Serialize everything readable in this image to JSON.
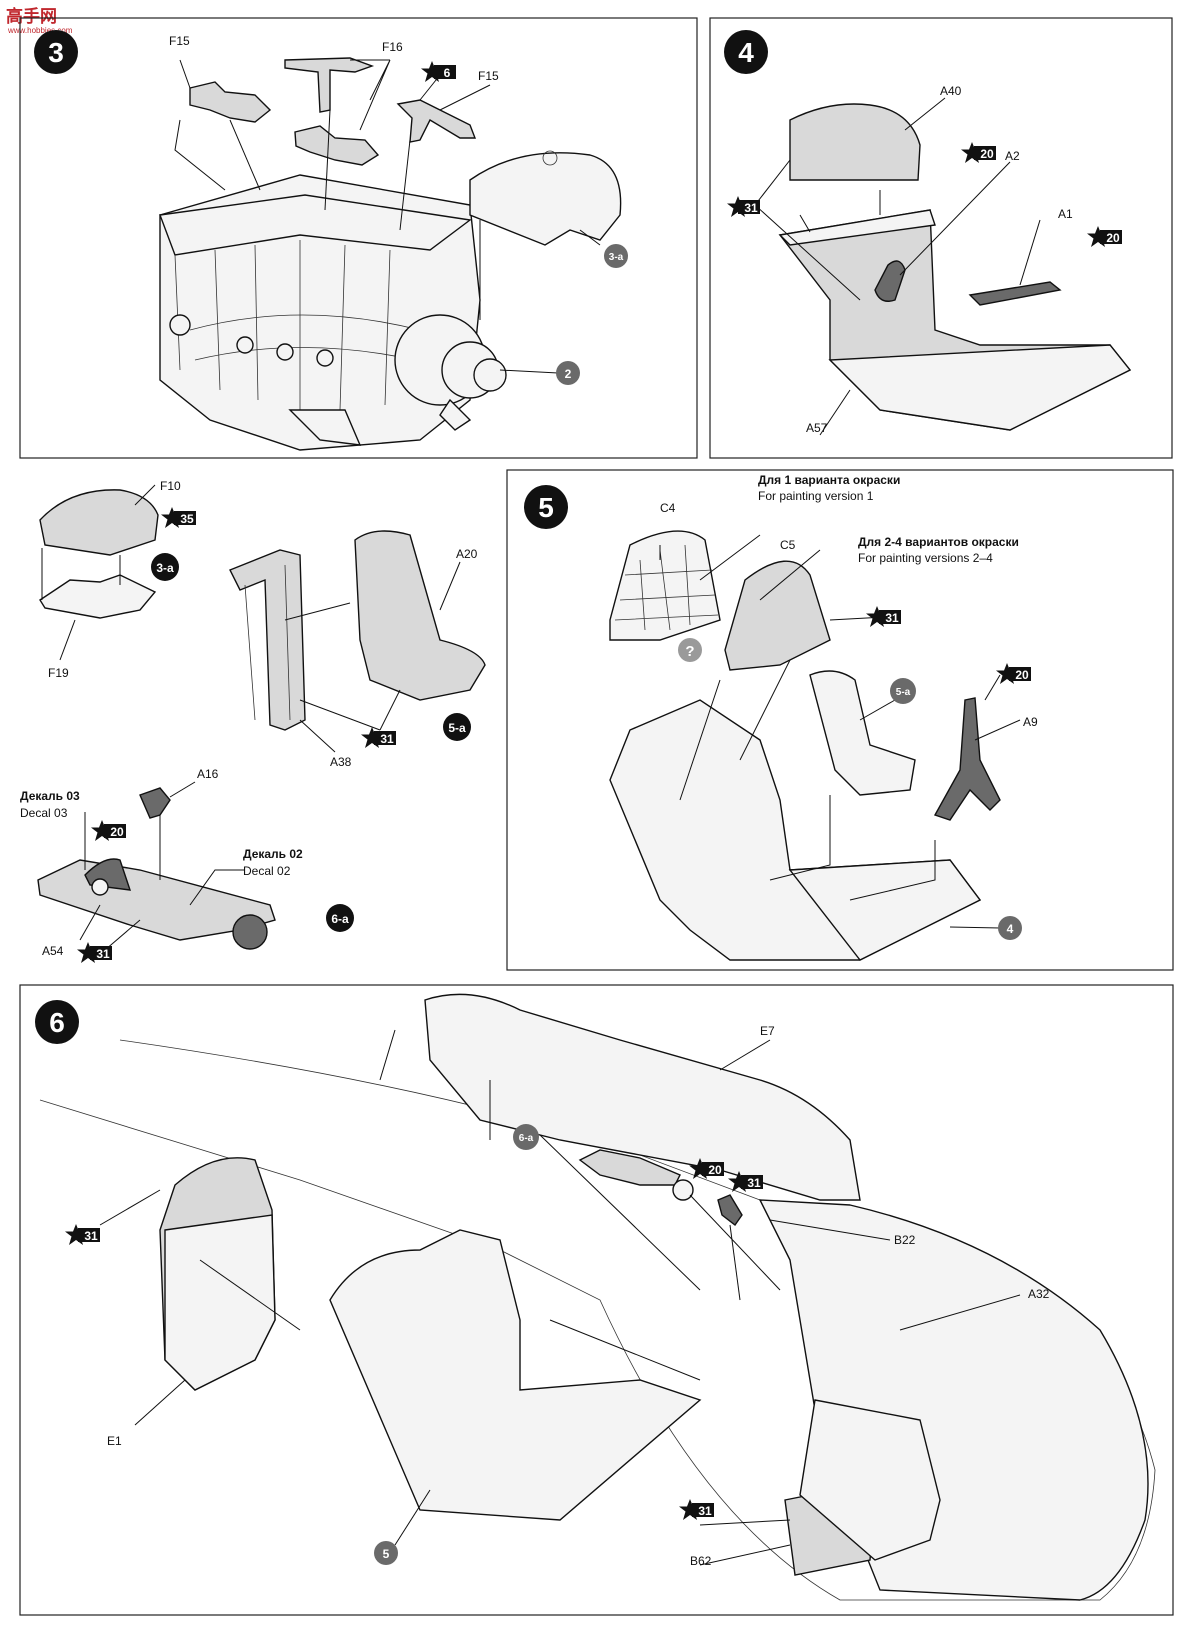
{
  "watermark": {
    "brand": "高手网",
    "url": "www.hobbies.com"
  },
  "panel3": {
    "step": "3",
    "labels": {
      "F15a": "F15",
      "F16": "F16",
      "F15b": "F15"
    },
    "paint_6": "6",
    "ref_3a": "3-a",
    "ref_2": "2"
  },
  "panel4": {
    "step": "4",
    "labels": {
      "A40": "A40",
      "A2": "A2",
      "A1": "A1",
      "A57": "A57"
    },
    "paint_31": "31",
    "paint_20a": "20",
    "paint_20b": "20"
  },
  "sub3a": {
    "labels": {
      "F10": "F10",
      "F19": "F19"
    },
    "paint_35": "35",
    "ref": "3-a"
  },
  "sub5a": {
    "labels": {
      "A20": "A20",
      "A38": "A38"
    },
    "paint_31": "31",
    "ref": "5-a"
  },
  "sub6a": {
    "decal03_ru": "Декаль 03",
    "decal03_en": "Decal 03",
    "decal02_ru": "Декаль 02",
    "decal02_en": "Decal 02",
    "labels": {
      "A16": "A16",
      "A54": "A54"
    },
    "paint_20": "20",
    "paint_31": "31",
    "ref": "6-a"
  },
  "panel5": {
    "step": "5",
    "labels": {
      "C4": "C4",
      "C5": "C5",
      "A9": "A9"
    },
    "v1_ru": "Для 1 варианта окраски",
    "v1_en": "For painting version 1",
    "v24_ru": "Для 2-4 вариантов окраски",
    "v24_en": "For painting versions 2–4",
    "question": "?",
    "paint_31": "31",
    "paint_20": "20",
    "ref_5a": "5-a",
    "ref_4": "4"
  },
  "panel6": {
    "step": "6",
    "labels": {
      "E7": "E7",
      "E1": "E1",
      "B22": "B22",
      "A32": "A32",
      "B62": "B62"
    },
    "paint_31a": "31",
    "paint_20": "20",
    "paint_31b": "31",
    "paint_31c": "31",
    "ref_6a": "6-a",
    "ref_5": "5"
  }
}
